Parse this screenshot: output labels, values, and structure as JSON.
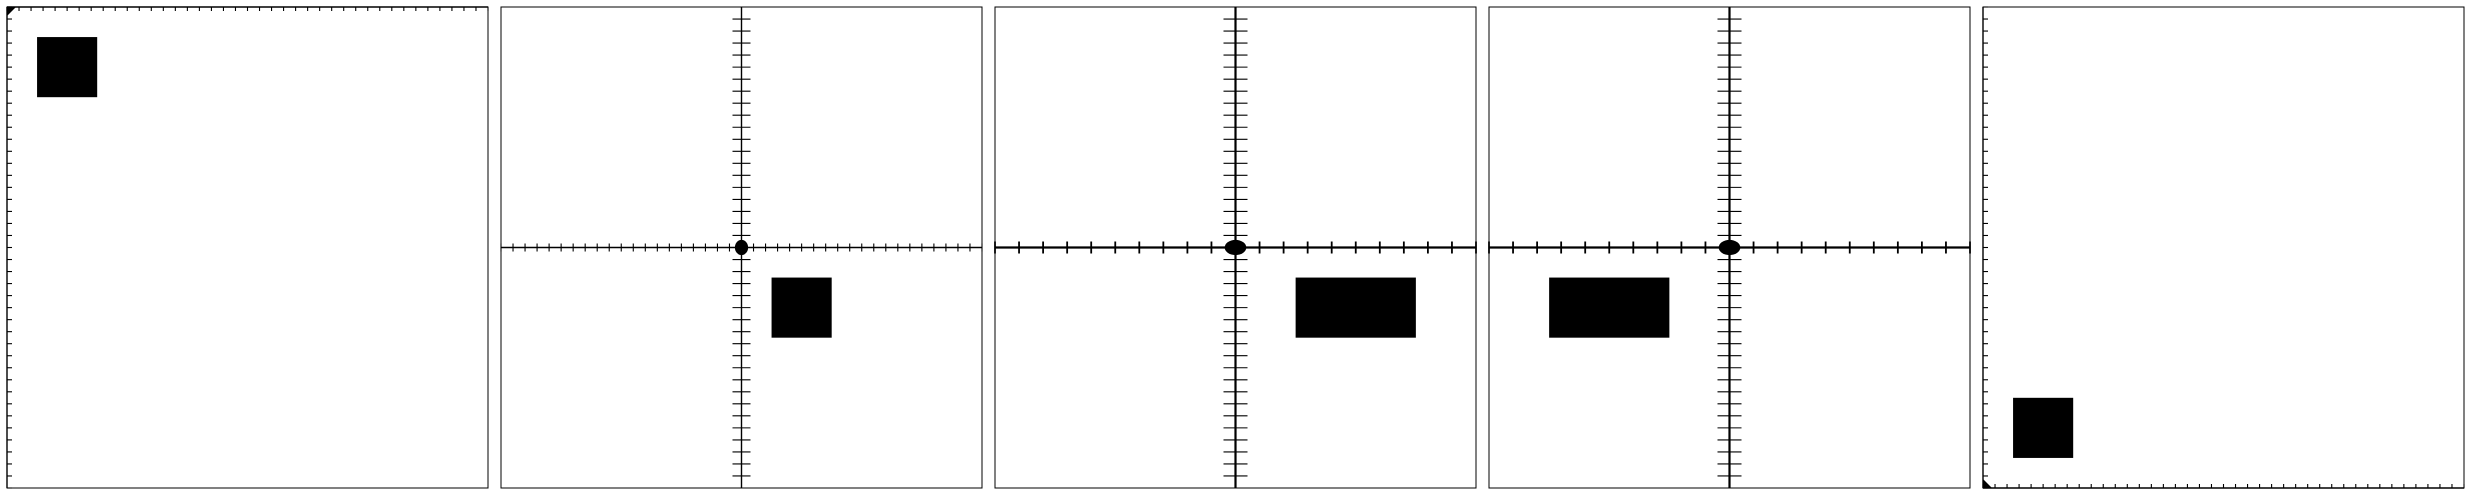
{
  "diagram": {
    "stroke_color": "#000000",
    "fill_color": "#000000",
    "background": "#ffffff",
    "panels": [
      {
        "name": "panel-1",
        "axes": "corner-top-left",
        "x_range": [
          0,
          40
        ],
        "y_range": [
          0,
          40
        ],
        "tick_step_x": 1,
        "tick_step_y": 1,
        "rect": {
          "x": [
            2.5,
            7.5
          ],
          "y": [
            2.5,
            7.5
          ]
        }
      },
      {
        "name": "panel-2",
        "axes": "center-cross",
        "x_range": [
          -20,
          20
        ],
        "y_range": [
          -20,
          20
        ],
        "tick_step_x": 1,
        "tick_step_y": 1,
        "rect": {
          "x": [
            2.5,
            7.5
          ],
          "y": [
            -7.5,
            -2.5
          ]
        }
      },
      {
        "name": "panel-3",
        "axes": "center-cross",
        "x_range": [
          -10,
          10
        ],
        "y_range": [
          -20,
          20
        ],
        "tick_step_x": 1,
        "tick_step_y": 1,
        "rect": {
          "x": [
            2.5,
            7.5
          ],
          "y": [
            -7.5,
            -2.5
          ]
        }
      },
      {
        "name": "panel-4",
        "axes": "center-cross",
        "x_range": [
          -10,
          10
        ],
        "y_range": [
          -20,
          20
        ],
        "tick_step_x": 1,
        "tick_step_y": 1,
        "rect": {
          "x": [
            -7.5,
            -2.5
          ],
          "y": [
            -7.5,
            -2.5
          ]
        }
      },
      {
        "name": "panel-5",
        "axes": "corner-bottom-left",
        "x_range": [
          0,
          40
        ],
        "y_range": [
          0,
          40
        ],
        "tick_step_x": 1,
        "tick_step_y": 1,
        "rect": {
          "x": [
            2.5,
            7.5
          ],
          "y": [
            2.5,
            7.5
          ]
        }
      }
    ]
  }
}
